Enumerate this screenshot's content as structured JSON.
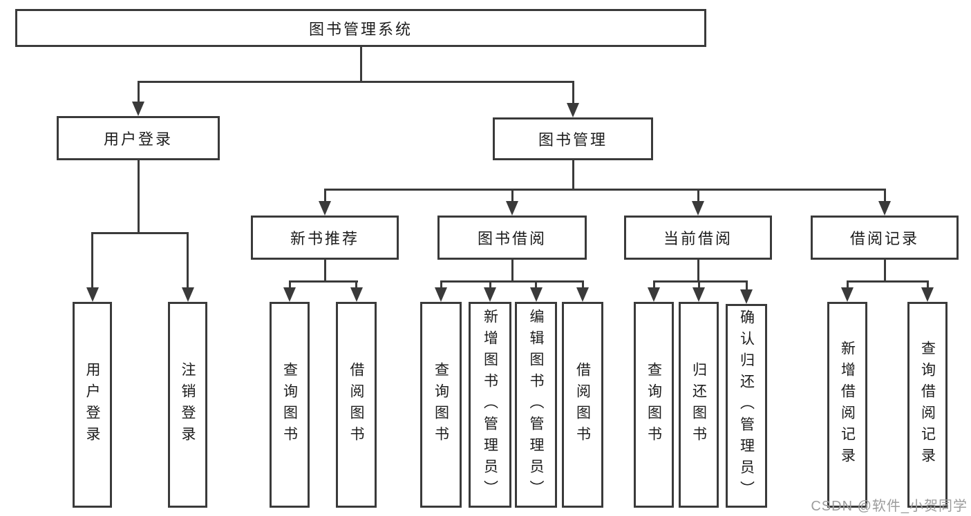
{
  "diagram_title": "图书管理系统",
  "nodes": {
    "root": "图书管理系统",
    "user_login": "用户登录",
    "book_mgmt": "图书管理",
    "new_book_rec": "新书推荐",
    "book_borrow": "图书借阅",
    "current_borrow": "当前借阅",
    "borrow_record": "借阅记录",
    "ul_login": "用户登录",
    "ul_logout": "注销登录",
    "nbr_query": "查询图书",
    "nbr_borrow": "借阅图书",
    "bb_query": "查询图书",
    "bb_add": "新增图书（管理员）",
    "bb_edit": "编辑图书（管理员）",
    "bb_borrow": "借阅图书",
    "cb_query": "查询图书",
    "cb_return": "归还图书",
    "cb_confirm": "确认归还（管理员）",
    "br_add": "新增借阅记录",
    "br_query": "查询借阅记录"
  },
  "watermark": "CSDN @软件_小贺同学",
  "colors": {
    "line": "#3a3a3a",
    "text": "#1c1c1c",
    "watermark": "#9c9c9c",
    "background": "#ffffff"
  }
}
